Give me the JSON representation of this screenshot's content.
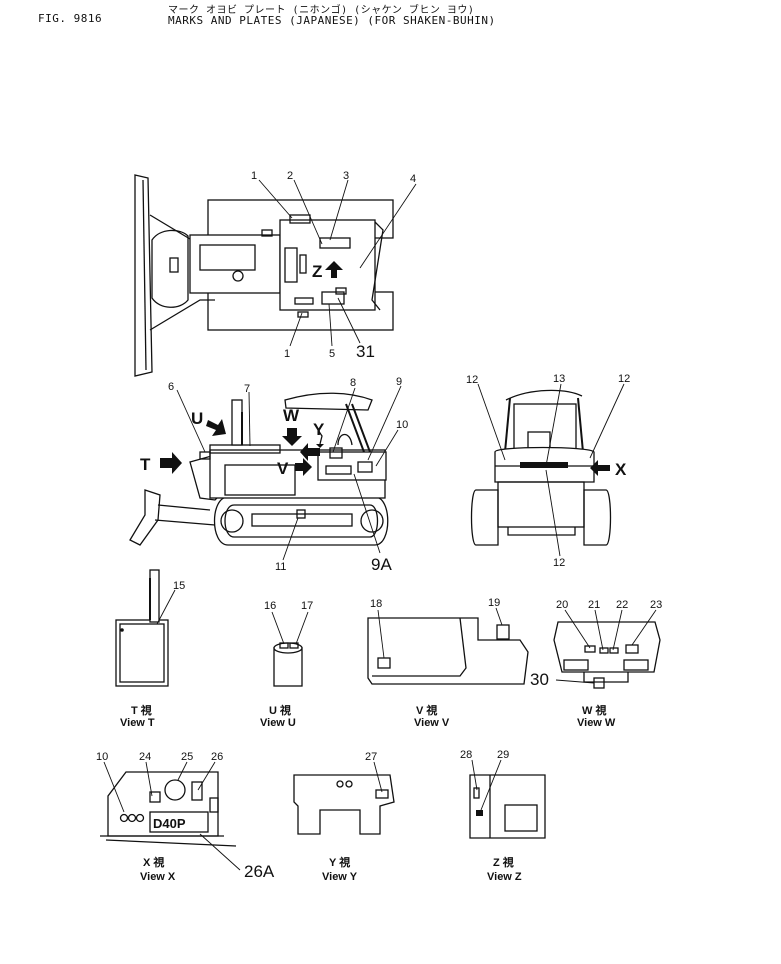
{
  "header": {
    "fig_code": "FIG. 9816",
    "title_jp": "マーク オヨビ プレート (ニホンゴ) (シャケン ブヒン ヨウ)",
    "title_en": "MARKS AND PLATES (JAPANESE) (FOR SHAKEN-BUHIN)"
  },
  "callouts": {
    "c1": "1",
    "c1b": "1",
    "c2": "2",
    "c3": "3",
    "c4": "4",
    "c5": "5",
    "c31": "31",
    "c6": "6",
    "c7": "7",
    "c8": "8",
    "c9": "9",
    "c9a": "9A",
    "c10": "10",
    "c11": "11",
    "c12a": "12",
    "c12b": "12",
    "c12c": "12",
    "c12d": "12",
    "c13": "13",
    "c15": "15",
    "c16": "16",
    "c17": "17",
    "c18": "18",
    "c19": "19",
    "c20": "20",
    "c21": "21",
    "c22": "22",
    "c23": "23",
    "c30": "30",
    "c10b": "10",
    "c24": "24",
    "c25": "25",
    "c26": "26",
    "c26a": "26A",
    "c27": "27",
    "c28": "28",
    "c29": "29"
  },
  "view_arrows": {
    "t": "T",
    "u": "U",
    "w": "W",
    "y": "Y",
    "v": "V",
    "x": "X",
    "z": "Z"
  },
  "plate_text": {
    "x_plate": "D40P"
  },
  "views": {
    "t_jp": "T 視",
    "t_en": "View T",
    "u_jp": "U 視",
    "u_en": "View U",
    "v_jp": "V 視",
    "v_en": "View V",
    "w_jp": "W 視",
    "w_en": "View W",
    "x_jp": "X 視",
    "x_en": "View X",
    "y_jp": "Y 視",
    "y_en": "View Y",
    "z_jp": "Z 視",
    "z_en": "View Z"
  }
}
